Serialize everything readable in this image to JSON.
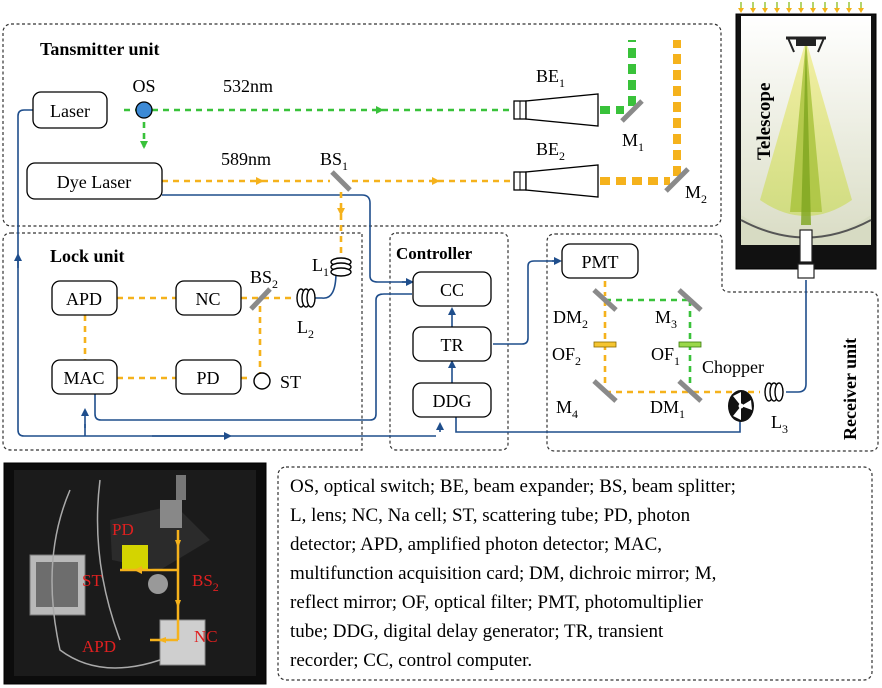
{
  "units": {
    "transmitter": "Tansmitter unit",
    "lock": "Lock unit",
    "controller": "Controller",
    "receiver": "Receiver unit"
  },
  "components": {
    "laser": "Laser",
    "os": "OS",
    "dye_laser": "Dye Laser",
    "wavelength_green": "532nm",
    "wavelength_yellow": "589nm",
    "bs1": "BS",
    "bs1_sub": "1",
    "be1": "BE",
    "be1_sub": "1",
    "be2": "BE",
    "be2_sub": "2",
    "m1": "M",
    "m1_sub": "1",
    "m2": "M",
    "m2_sub": "2",
    "telescope": "Telescope",
    "apd": "APD",
    "nc": "NC",
    "bs2": "BS",
    "bs2_sub": "2",
    "l1": "L",
    "l1_sub": "1",
    "l2": "L",
    "l2_sub": "2",
    "mac": "MAC",
    "pd": "PD",
    "st": "ST",
    "cc": "CC",
    "tr": "TR",
    "ddg": "DDG",
    "pmt": "PMT",
    "dm2": "DM",
    "dm2_sub": "2",
    "m3": "M",
    "m3_sub": "3",
    "of2": "OF",
    "of2_sub": "2",
    "of1": "OF",
    "of1_sub": "1",
    "chopper": "Chopper",
    "m4": "M",
    "m4_sub": "4",
    "dm1": "DM",
    "dm1_sub": "1",
    "l3": "L",
    "l3_sub": "3"
  },
  "photo_labels": {
    "pd": "PD",
    "st": "ST",
    "bs2": "BS",
    "bs2_sub": "2",
    "apd": "APD",
    "nc": "NC"
  },
  "legend_lines": [
    "OS, optical switch; BE, beam expander; BS, beam splitter;",
    "L, lens; NC, Na cell; ST, scattering tube; PD, photon",
    "detector; APD, amplified photon detector; MAC,",
    "multifunction acquisition card; DM, dichroic mirror; M,",
    "reflect mirror; OF, optical filter; PMT, photomultiplier",
    "tube;  DDG, digital delay generator; TR, transient",
    "recorder; CC, control computer."
  ],
  "colors": {
    "green_beam": "#39c23a",
    "yellow_beam": "#f5b21c",
    "fiber": "#1f4e8c",
    "photo_annotation": "#e02020"
  }
}
